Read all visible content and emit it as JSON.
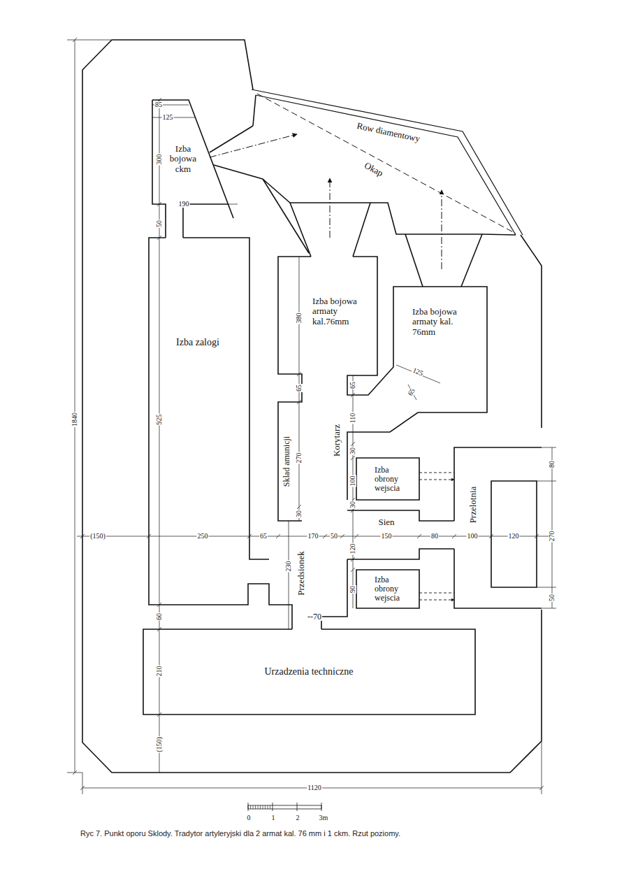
{
  "diagram": {
    "caption": "Ryc 7. Punkt oporu Sklody. Tradytor artyleryjski dla 2 armat kal. 76 mm i 1 ckm. Rzut poziomy.",
    "nodes": [
      {
        "text": [
          "Izba bojowa ckm"
        ]
      },
      {
        "text": [
          "Izba zalogi"
        ]
      },
      {
        "text": [
          "Izba bojowa armaty kal.76mm"
        ]
      },
      {
        "text": [
          "Izba bojowa armaty kal. 76mm"
        ]
      },
      {
        "text": [
          "Sklad amunicji"
        ]
      },
      {
        "text": [
          "Korytarz"
        ]
      },
      {
        "text": [
          "Izba obrony wejscia"
        ]
      },
      {
        "text": [
          "Sien"
        ]
      },
      {
        "text": [
          "Izba obrony wejscia"
        ]
      },
      {
        "text": [
          "Przelotnia"
        ]
      },
      {
        "text": [
          "Przedsionek"
        ]
      },
      {
        "text": [
          "Urzadzenia techniczne"
        ]
      }
    ],
    "labels": [
      "Row diamentowy",
      "Okap",
      "85",
      "125",
      "300",
      "190",
      "50",
      "380",
      "65",
      "270",
      "30",
      "925",
      "1840",
      "(150)",
      "250",
      "65",
      "170",
      "50",
      "150",
      "80",
      "100",
      "120",
      "230",
      "65",
      "110",
      "30",
      "100",
      "30",
      "120",
      "90",
      "125",
      "65",
      "80",
      "270",
      "50",
      "60",
      "210",
      "(150)",
      "--70",
      "1120",
      "0",
      "1",
      "2",
      "3m"
    ]
  }
}
